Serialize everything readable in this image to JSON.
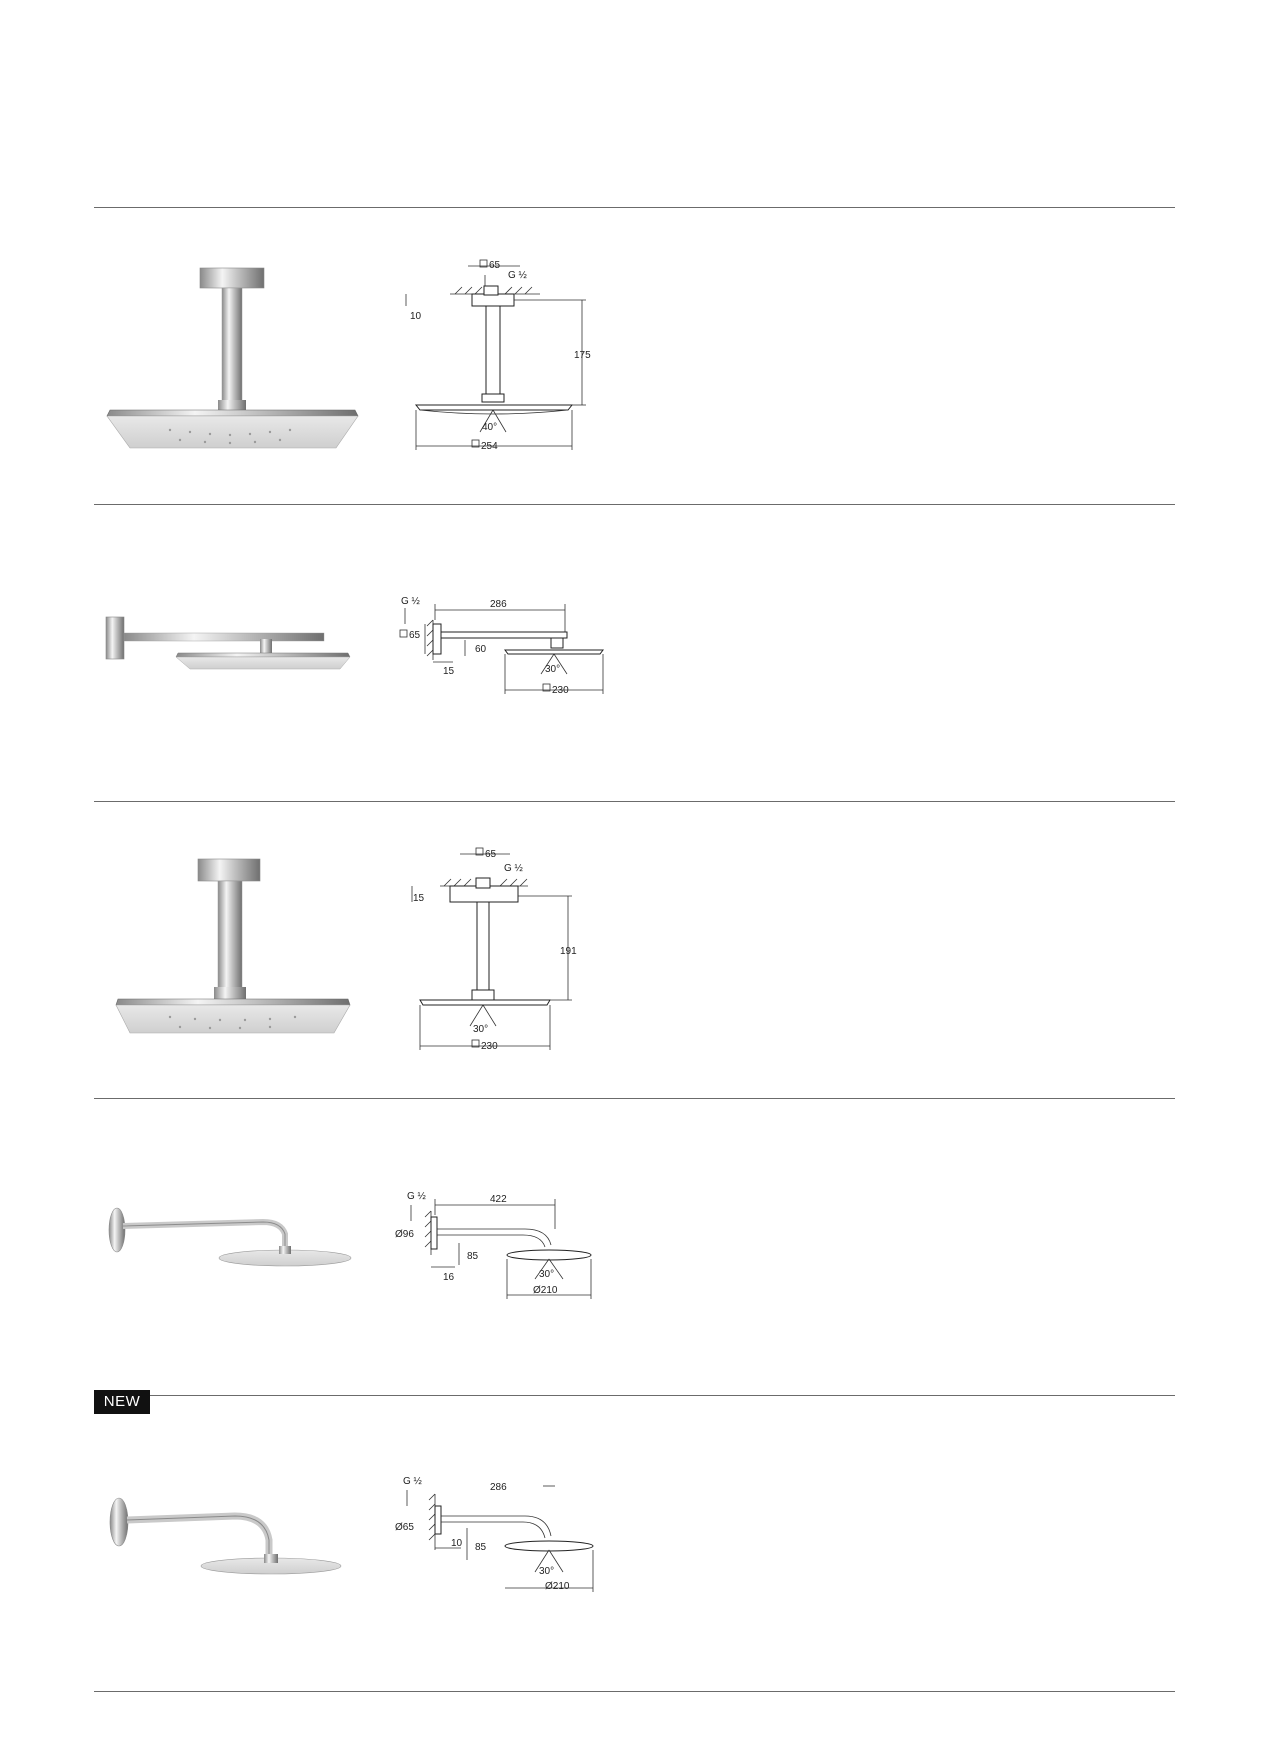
{
  "badge": "NEW",
  "products": [
    {
      "photo_icon": "ceiling-square-head-shower-photo",
      "drawing_icon": "ceiling-square-head-shower-drawing",
      "dims": {
        "flange": "65",
        "thread": "G ½",
        "gap": "10",
        "height": "175",
        "angle": "40°",
        "head": "254"
      }
    },
    {
      "photo_icon": "wall-square-head-shower-photo",
      "drawing_icon": "wall-square-head-shower-drawing",
      "dims": {
        "thread": "G ½",
        "arm": "286",
        "flange": "65",
        "drop": "60",
        "wall": "15",
        "angle": "30°",
        "head": "230"
      }
    },
    {
      "photo_icon": "ceiling-square-head-shower-photo",
      "drawing_icon": "ceiling-square-head-shower-drawing",
      "dims": {
        "flange": "65",
        "thread": "G ½",
        "gap": "15",
        "height": "191",
        "angle": "30°",
        "head": "230"
      }
    },
    {
      "photo_icon": "wall-round-head-shower-photo",
      "drawing_icon": "wall-round-head-shower-drawing",
      "dims": {
        "thread": "G ½",
        "arm": "422",
        "flange": "Ø96",
        "drop": "85",
        "wall": "16",
        "angle": "30°",
        "head": "Ø210"
      }
    },
    {
      "photo_icon": "wall-round-head-shower-photo",
      "drawing_icon": "wall-round-head-shower-drawing",
      "dims": {
        "thread": "G ½",
        "arm": "286",
        "flange": "Ø65",
        "drop": "85",
        "wall": "10",
        "angle": "30°",
        "head": "Ø210"
      }
    }
  ]
}
